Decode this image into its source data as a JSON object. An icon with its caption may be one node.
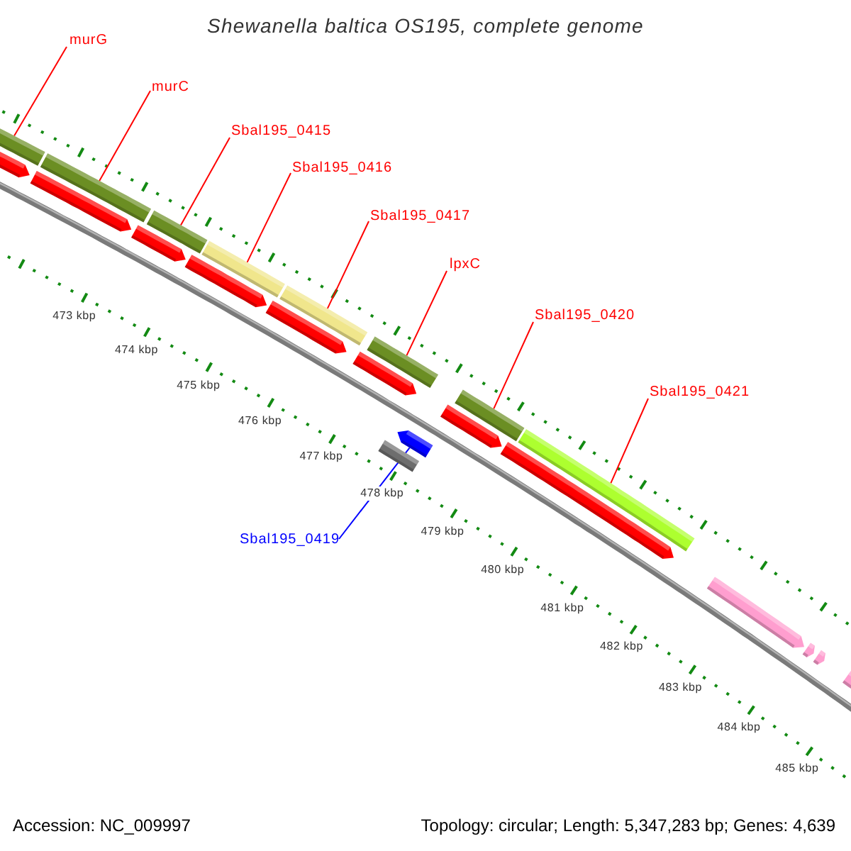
{
  "diagram": {
    "title": "Shewanella baltica OS195, complete genome",
    "nodes": [
      {
        "text": [
          "murG"
        ]
      },
      {
        "text": [
          "murC"
        ]
      },
      {
        "text": [
          "Sbal195_0415"
        ]
      },
      {
        "text": [
          "Sbal195_0416"
        ]
      },
      {
        "text": [
          "Sbal195_0417"
        ]
      },
      {
        "text": [
          "lpxC"
        ]
      },
      {
        "text": [
          "Sbal195_0420"
        ]
      },
      {
        "text": [
          "Sbal195_0421"
        ]
      },
      {
        "text": [
          "Sbal195_0419"
        ]
      },
      {
        "text": [],
        "shape": "bar"
      },
      {
        "text": [],
        "shape": "bar"
      },
      {
        "text": [],
        "shape": "bar"
      },
      {
        "text": [],
        "shape": "bar"
      },
      {
        "text": [],
        "shape": "bar"
      },
      {
        "text": [],
        "shape": "bar"
      },
      {
        "text": [],
        "shape": "bar"
      },
      {
        "text": [],
        "shape": "bar"
      },
      {
        "text": [],
        "shape": "bar"
      }
    ],
    "edges": [
      {
        "from": 0,
        "to": 9,
        "arrow": "none"
      },
      {
        "from": 1,
        "to": 10,
        "arrow": "none"
      },
      {
        "from": 2,
        "to": 11,
        "arrow": "none"
      },
      {
        "from": 3,
        "to": 12,
        "arrow": "none"
      },
      {
        "from": 4,
        "to": 13,
        "arrow": "none"
      },
      {
        "from": 5,
        "to": 14,
        "arrow": "none"
      },
      {
        "from": 6,
        "to": 15,
        "arrow": "none"
      },
      {
        "from": 7,
        "to": 16,
        "arrow": "none"
      },
      {
        "from": 8,
        "to": 17,
        "arrow": "none",
        "color": "#0000ff"
      }
    ],
    "labels": [
      "473 kbp",
      "474 kbp",
      "475 kbp",
      "476 kbp",
      "477 kbp",
      "478 kbp",
      "479 kbp",
      "480 kbp",
      "481 kbp",
      "482 kbp",
      "483 kbp",
      "484 kbp",
      "485 kbp",
      "Accession: NC_009997",
      "Topology: circular; Length: 5,347,283 bp; Genes: 4,639"
    ]
  }
}
